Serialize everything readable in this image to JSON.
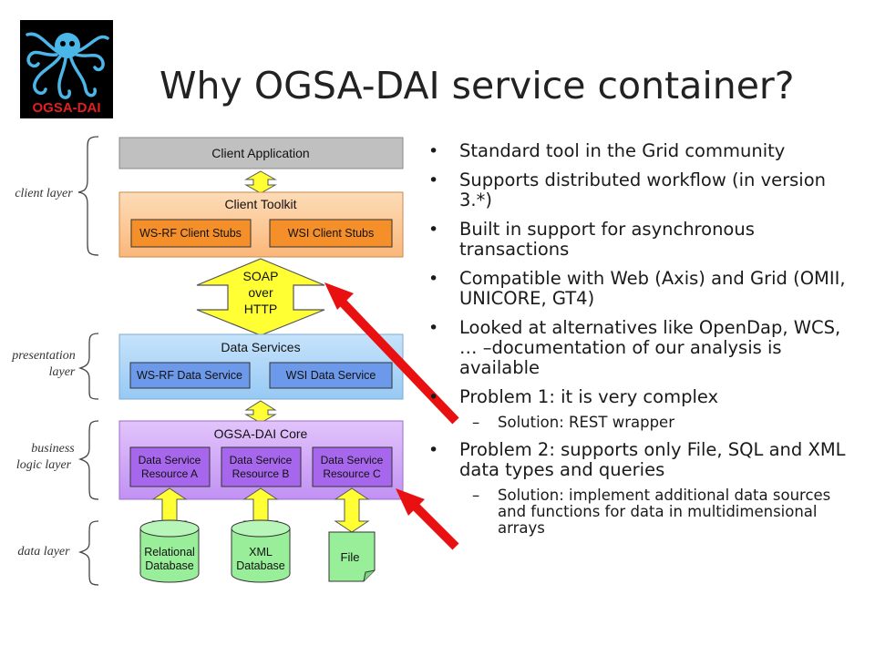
{
  "slide": {
    "title": "Why OGSA-DAI service container?",
    "logo_text": "OGSA-DAI"
  },
  "diagram": {
    "layers": {
      "client": "client layer",
      "presentation": [
        "presentation",
        "layer"
      ],
      "business": [
        "business",
        "logic layer"
      ],
      "data": "data layer"
    },
    "client_application": "Client Application",
    "client_toolkit": "Client Toolkit",
    "wsrf_client_stubs": "WS-RF Client Stubs",
    "wsi_client_stubs": "WSI Client Stubs",
    "soap_over_http": [
      "SOAP",
      "over",
      "HTTP"
    ],
    "data_services": "Data Services",
    "wsrf_data_service": "WS-RF Data Service",
    "wsi_data_service": "WSI Data Service",
    "ogsa_dai_core": "OGSA-DAI Core",
    "resources": [
      [
        "Data Service",
        "Resource A"
      ],
      [
        "Data Service",
        "Resource B"
      ],
      [
        "Data Service",
        "Resource C"
      ]
    ],
    "relational_db": [
      "Relational",
      "Database"
    ],
    "xml_db": [
      "XML",
      "Database"
    ],
    "file": "File",
    "colors": {
      "client_app": "#c0c0c0",
      "toolkit": "#fcc896",
      "stub": "#f58f2a",
      "services": "#a6d2f7",
      "service_box": "#6d99ea",
      "core": "#cfa3f6",
      "resource": "#a767ec",
      "arrow": "#ffff33",
      "db": "#99ee99",
      "red_arrow": "#e81010"
    }
  },
  "bullets": [
    {
      "level": 1,
      "text": "Standard tool in the Grid community"
    },
    {
      "level": 1,
      "text": "Supports distributed workflow (in version 3.*)"
    },
    {
      "level": 1,
      "text": "Built in support for asynchronous transactions"
    },
    {
      "level": 1,
      "text": "Compatible with Web (Axis) and Grid (OMII, UNICORE, GT4)"
    },
    {
      "level": 1,
      "text": "Looked at alternatives like OpenDap, WCS, … –documentation of our analysis is available"
    },
    {
      "level": 1,
      "text": "Problem 1: it is very complex"
    },
    {
      "level": 2,
      "text": "Solution: REST wrapper"
    },
    {
      "level": 1,
      "text": "Problem 2: supports only File, SQL and XML data types and queries"
    },
    {
      "level": 2,
      "text": "Solution:  implement additional data sources and functions for data in multidimensional arrays"
    }
  ]
}
